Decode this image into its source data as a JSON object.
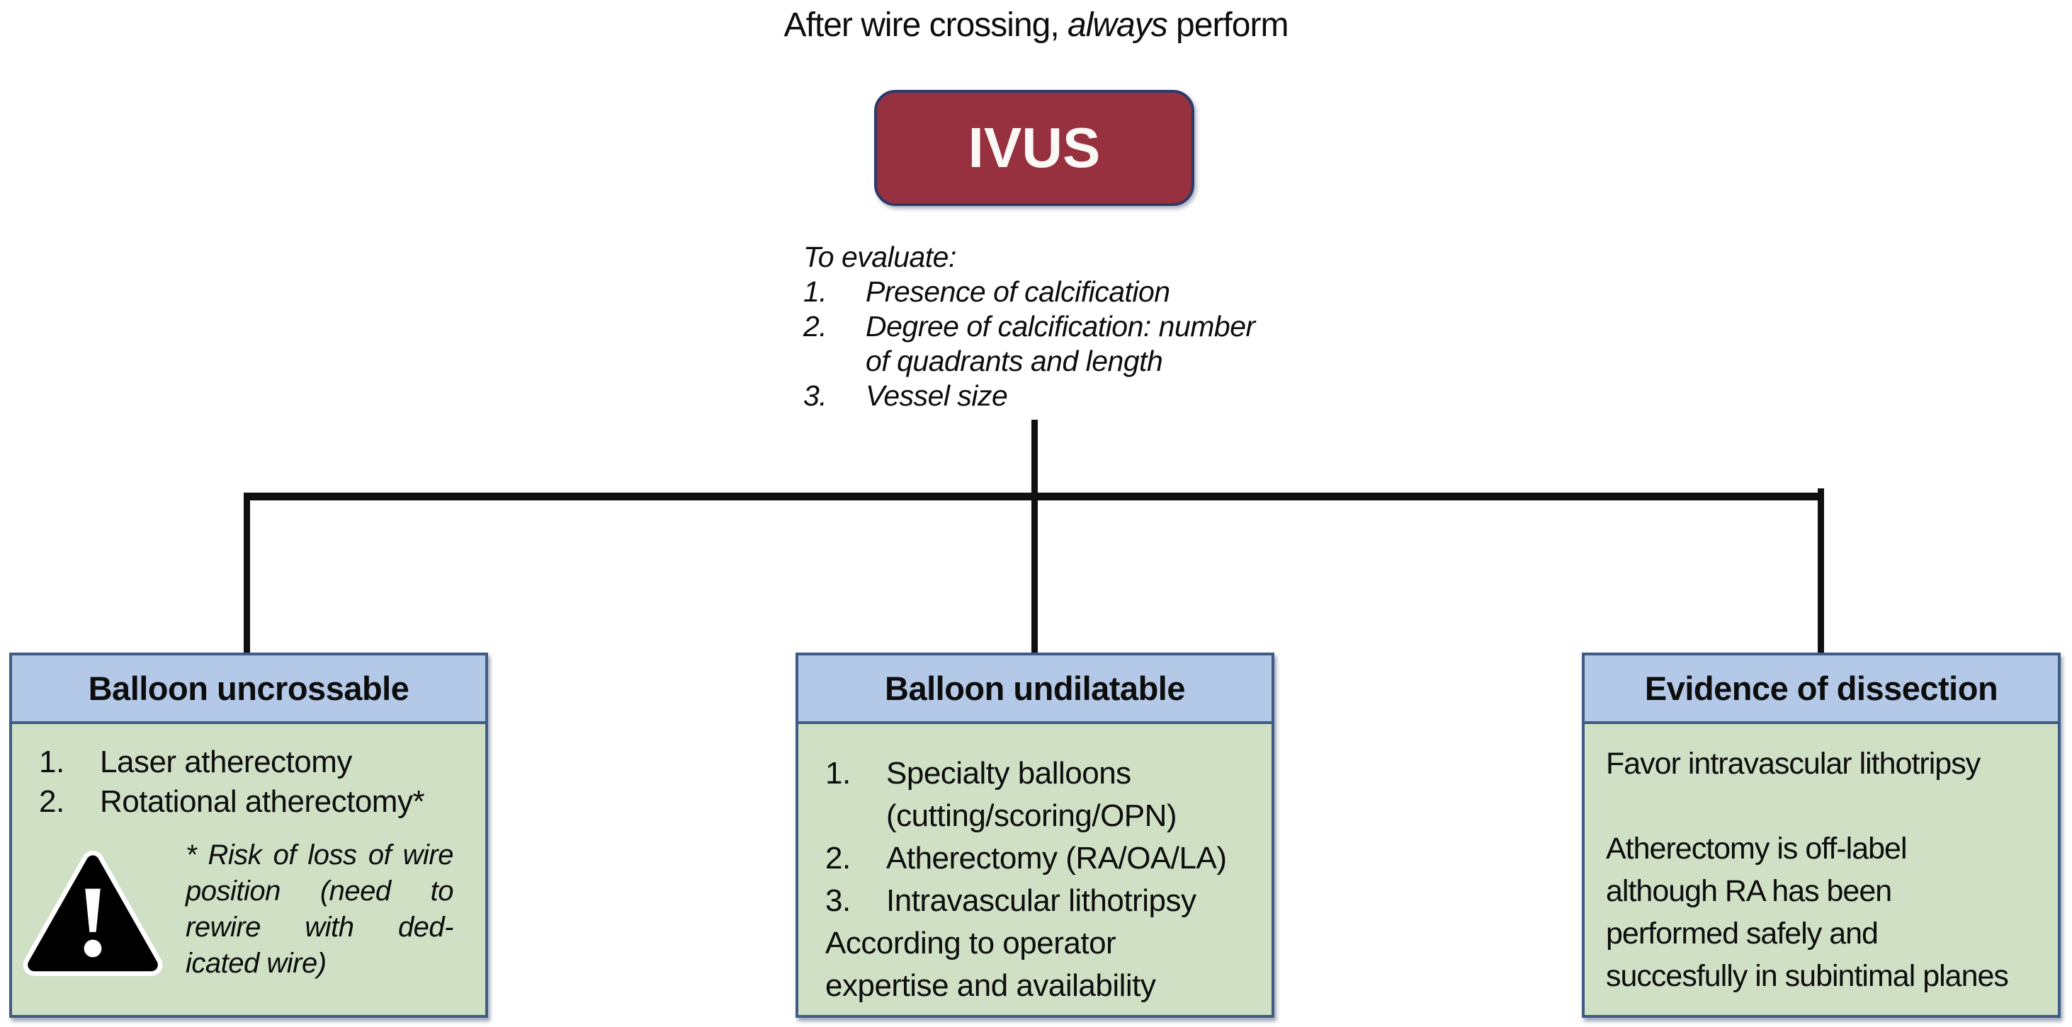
{
  "title": {
    "prefix": "After wire crossing, ",
    "emphasis": "always",
    "suffix": " perform"
  },
  "ivus_node": {
    "label": "IVUS"
  },
  "evaluate": {
    "heading": "To evaluate:",
    "items": [
      {
        "num": "1.",
        "lines": [
          "Presence of calcification"
        ]
      },
      {
        "num": "2.",
        "lines": [
          "Degree of calcification: number",
          "of quadrants and length"
        ]
      },
      {
        "num": "3.",
        "lines": [
          "Vessel size"
        ]
      }
    ]
  },
  "boxes": [
    {
      "title": "Balloon uncrossable",
      "items": [
        {
          "num": "1.",
          "lines": [
            "Laser atherectomy"
          ]
        },
        {
          "num": "2.",
          "lines": [
            "Rotational atherectomy*"
          ]
        }
      ],
      "note": {
        "icon": "warning-triangle-icon",
        "lines": [
          "* Risk of loss of wire",
          "position (need to",
          "rewire with ded-",
          "icated wire)"
        ]
      }
    },
    {
      "title": "Balloon undilatable",
      "items": [
        {
          "num": "1.",
          "lines": [
            "Specialty balloons",
            "(cutting/scoring/OPN)"
          ]
        },
        {
          "num": "2.",
          "lines": [
            "Atherectomy (RA/OA/LA)"
          ]
        },
        {
          "num": "3.",
          "lines": [
            "Intravascular lithotripsy"
          ]
        }
      ],
      "footer_lines": [
        "According to operator",
        "expertise and availability"
      ]
    },
    {
      "title": "Evidence of dissection",
      "lines": [
        "Favor intravascular lithotripsy",
        "",
        "Atherectomy is off-label",
        "although RA has been",
        "performed safely and",
        "succesfully in subintimal planes"
      ]
    }
  ],
  "colors": {
    "node_fill": "#97313F",
    "node_border": "#2E3A68",
    "header_fill": "#B4C9E7",
    "box_border": "#3E5C86",
    "body_fill": "#CFE0C5",
    "connector": "#101010",
    "text": "#0D0D0D"
  }
}
